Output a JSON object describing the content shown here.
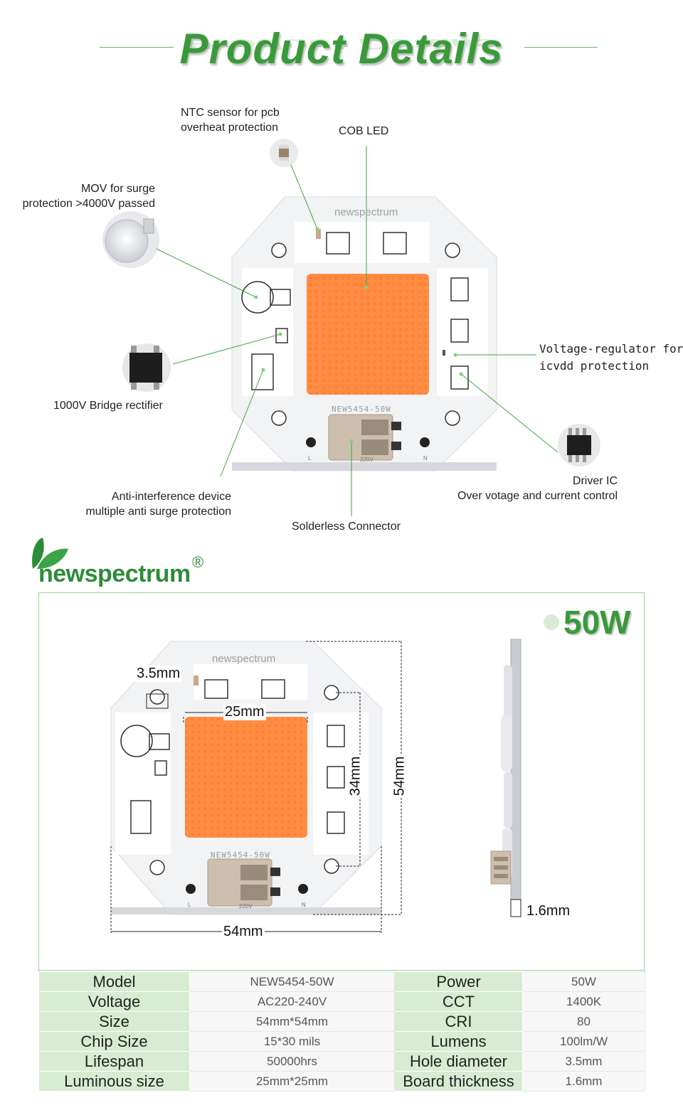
{
  "header": {
    "title": "Product Details"
  },
  "callouts": {
    "ntc": {
      "line1": "NTC sensor for pcb",
      "line2": "overheat protection"
    },
    "cob": "COB LED",
    "mov": {
      "line1": "MOV for surge",
      "line2": "protection >4000V passed"
    },
    "bridge": "1000V Bridge rectifier",
    "regulator": {
      "line1": "Voltage-regulator for",
      "line2": "icvdd protection"
    },
    "driver": {
      "line1": "Driver IC",
      "line2": "Over votage and current control"
    },
    "anti": {
      "line1": "Anti-interference device",
      "line2": "multiple anti surge protection"
    },
    "connector": "Solderless Connector"
  },
  "board": {
    "brand": "newspectrum",
    "model_print": "NEW5454-50W",
    "voltage_print": "220V",
    "pin_l": "L",
    "pin_n": "N"
  },
  "brand": {
    "name": "newspectrum",
    "registered": "®"
  },
  "dimensions": {
    "watt": "50W",
    "hole": "3.5mm",
    "luminous": "25mm",
    "hole_spacing": "34mm",
    "height": "54mm",
    "width": "54mm",
    "thickness": "1.6mm"
  },
  "colors": {
    "accent": "#3a9a3a",
    "header_cell": "#d8ecd2",
    "led": "#ff8a3d"
  },
  "specs": [
    {
      "k1": "Model",
      "v1": "NEW5454-50W",
      "k2": "Power",
      "v2": "50W"
    },
    {
      "k1": "Voltage",
      "v1": "AC220-240V",
      "k2": "CCT",
      "v2": "1400K"
    },
    {
      "k1": "Size",
      "v1": "54mm*54mm",
      "k2": "CRI",
      "v2": "80"
    },
    {
      "k1": "Chip Size",
      "v1": "15*30 mils",
      "k2": "Lumens",
      "v2": "100lm/W"
    },
    {
      "k1": "Lifespan",
      "v1": "50000hrs",
      "k2": "Hole diameter",
      "v2": "3.5mm"
    },
    {
      "k1": "Luminous size",
      "v1": "25mm*25mm",
      "k2": "Board thickness",
      "v2": "1.6mm"
    }
  ]
}
